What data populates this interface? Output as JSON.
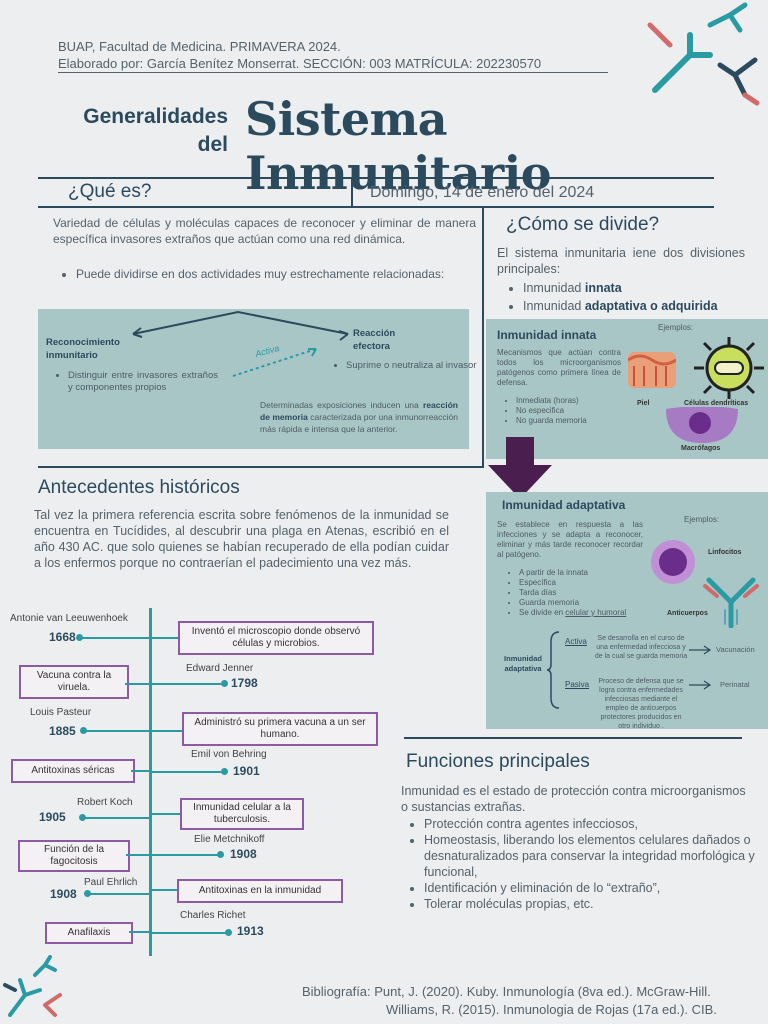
{
  "header": {
    "line1": "BUAP, Facultad de Medicina. PRIMAVERA 2024.",
    "line2": "Elaborado por: García Benítez Monserrat.  SECCIÓN: 003  MATRÍCULA: 202230570"
  },
  "title": {
    "small1": "Generalidades",
    "small2": "del",
    "big": "Sistema Inmunitario"
  },
  "que_es": {
    "heading": "¿Qué es?",
    "date": "Domingo, 14 de enero del 2024",
    "paragraph": "Variedad de células y moléculas capaces de reconocer y eliminar de manera específica invasores extraños que actúan como una red dinámica.",
    "bullet": "Puede dividirse en dos actividades muy estrechamente relacionadas:"
  },
  "activities": {
    "reconocimiento_title": "Reconocimiento inmunitario",
    "reconocimiento_bullet": "Distinguir entre invasores extraños y componentes propios",
    "activa_label": "Activa",
    "reaccion_title": "Reacción efectora",
    "reaccion_bullet": "Suprime o neutraliza al invasor",
    "memoria_pre": "Determinadas exposiciones inducen una",
    "memoria_bold": "reacción de memoria",
    "memoria_post": "caracterizada por una inmunorreacción más rápida e intensa que la anterior."
  },
  "divide": {
    "heading": "¿Cómo se divide?",
    "paragraph": "El sistema inmunitaria iene dos divisiones principales:",
    "item1_pre": "Inmunidad",
    "item1_bold": "innata",
    "item2_pre": "Inmunidad",
    "item2_bold": "adaptativa o adquirida"
  },
  "innata": {
    "title": "Inmunidad innata",
    "ejemplos": "Ejemplos:",
    "desc": "Mecanismos que actúan contra todos los microorganismos patógenos como primera línea de defensa.",
    "bullets": [
      "Inmediata (horas)",
      "No especifica",
      "No guarda memoria"
    ],
    "piel": "Piel",
    "dendriticas": "Células dendríticas",
    "macrofagos": "Macrófagos"
  },
  "adaptativa": {
    "title": "Inmunidad adaptativa",
    "ejemplos": "Ejemplos:",
    "desc": "Se establece en respuesta a las infecciones y se adapta a reconocer, eliminar y más tarde reconocer recordar al patógeno.",
    "bullets": [
      "A partir de la innata",
      "Específica",
      "Tarda días",
      "Guarda memoria"
    ],
    "divide_pre": "Se divide en",
    "divide_link": "celular y humoral",
    "linfocitos": "Linfocitos",
    "anticuerpos": "Anticuerpos",
    "brace_label": "Inmunidad adaptativa",
    "activa": "Activa",
    "activa_desc": "Se desarrolla en el curso de una enfermedad infecciosa y de la cual se guarda memoria",
    "activa_result": "Vacunación",
    "pasiva": "Pasiva",
    "pasiva_desc": "Proceso de defensa que se logra contra enfermedades infecciosas mediante el empleo de anticuerpos protectores producidos en otro individuo .",
    "pasiva_result": "Perinatal"
  },
  "antecedentes": {
    "heading": "Antecedentes históricos",
    "paragraph": "Tal vez la primera referencia escrita sobre fenómenos de la inmunidad se encuentra en Tucídides, al descubrir una plaga en Atenas, escribió en el año 430 AC. que solo quienes se habían recuperado de ella podían cuidar a los enfermos porque no contraerían el padecimiento una vez más."
  },
  "timeline": [
    {
      "name": "Antonie van Leeuwenhoek",
      "year": "1668",
      "event": "Inventó el microscopio donde observó células y microbios."
    },
    {
      "name": "Edward Jenner",
      "year": "1798",
      "event": "Vacuna contra la viruela."
    },
    {
      "name": "Louis Pasteur",
      "year": "1885",
      "event": "Administró su primera vacuna a un ser humano."
    },
    {
      "name": "Emil von Behring",
      "year": "1901",
      "event": "Antitoxinas séricas"
    },
    {
      "name": "Robert Koch",
      "year": "1905",
      "event": "Inmunidad celular a la tuberculosis."
    },
    {
      "name": "Elie Metchnikoff",
      "year": "1908",
      "event": "Función de la fagocitosis"
    },
    {
      "name": "Paul Ehrlich",
      "year": "1908",
      "event": "Antitoxinas en la inmunidad"
    },
    {
      "name": "Charles Richet",
      "year": "1913",
      "event": "Anafilaxis"
    }
  ],
  "funciones": {
    "heading": "Funciones principales",
    "paragraph": "Inmunidad es el estado de protección contra microorganismos o sustancias extrañas.",
    "bullets": [
      "Protección contra agentes infecciosos,",
      "Homeostasis, liberando los elementos celulares dañados o desnaturalizados para conservar la integridad morfológica y funcional,",
      "Identificación y eliminación de lo “extraño”,",
      "Tolerar moléculas propias, etc."
    ]
  },
  "bibliografia": {
    "line1": "Bibliografía: Punt, J. (2020). Kuby. Inmunología (8va ed.). McGraw-Hill.",
    "line2": "Williams, R. (2015). Inmunologia de Rojas (17a ed.). CIB."
  },
  "colors": {
    "navy": "#2c4a5e",
    "teal": "#2a9aa3",
    "panel": "#a9c6c6",
    "purple": "#8e5aa8",
    "dark_purple": "#4a1f4f"
  }
}
